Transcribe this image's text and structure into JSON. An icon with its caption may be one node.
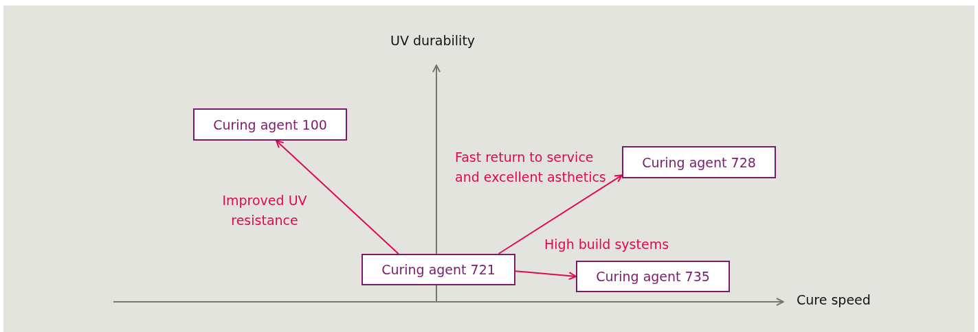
{
  "diagram": {
    "nodes": [
      {
        "text": [
          "Curing agent 100"
        ]
      },
      {
        "text": [
          "Curing agent 728"
        ]
      },
      {
        "text": [
          "Curing agent 721"
        ]
      },
      {
        "text": [
          "Curing agent 735"
        ]
      }
    ],
    "edges": [
      {
        "from": 2,
        "to": 0,
        "arrow": "to",
        "label": "Improved UV resistance"
      },
      {
        "from": 2,
        "to": 1,
        "arrow": "to",
        "label": "Fast return to service and excellent asthetics"
      },
      {
        "from": 2,
        "to": 3,
        "arrow": "to",
        "label": "High build systems"
      }
    ],
    "labels": [
      "UV durability",
      "Cure speed"
    ]
  }
}
